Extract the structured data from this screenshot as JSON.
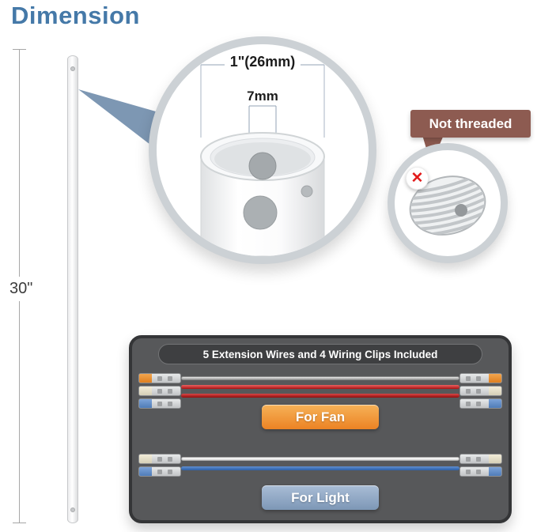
{
  "figure": {
    "title": "Dimension"
  },
  "rod": {
    "length_label": "30\""
  },
  "zoom": {
    "outer_label": "1\"(26mm)",
    "inner_label": "7mm"
  },
  "warning": {
    "label": "Not threaded"
  },
  "panel": {
    "header": "5 Extension Wires and 4 Wiring Clips Included",
    "fan_label": "For Fan",
    "light_label": "For Light"
  },
  "icons": {
    "red_x": "✕"
  },
  "colors": {
    "title_blue": "#4579a8",
    "callout_maroon": "#8d5b51",
    "wedge_steel_blue": "#7d97b3",
    "fan_orange": "#ec8324",
    "light_blue_gray": "#7d97b6",
    "panel_gray": "#57585a",
    "wire_red": "#a81212",
    "wire_blue": "#2b5ea6"
  }
}
